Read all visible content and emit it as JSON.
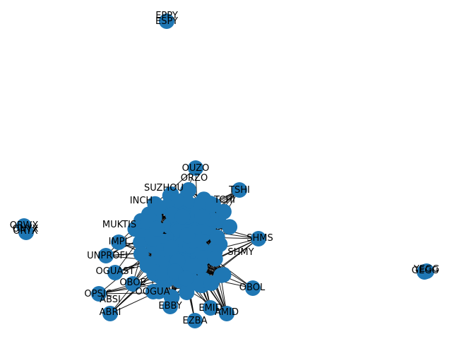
{
  "colors": {
    "node_fill": "#1f77b4",
    "edge": "#000000",
    "label": "#000000",
    "background": "#ffffff"
  },
  "graph": {
    "labels": [
      {
        "text": "EPPY"
      },
      {
        "text": "ESPY"
      },
      {
        "text": "OUZO"
      },
      {
        "text": "ORZO"
      },
      {
        "text": "SUZHOU"
      },
      {
        "text": "TSHI"
      },
      {
        "text": "TCHI"
      },
      {
        "text": "INCH"
      },
      {
        "text": "SHMY"
      },
      {
        "text": "SHMS"
      },
      {
        "text": "OBOL"
      },
      {
        "text": "ORWX"
      },
      {
        "text": "ONYX"
      },
      {
        "text": "ORYX"
      },
      {
        "text": "MUKTIS"
      },
      {
        "text": "IMPI"
      },
      {
        "text": "UNPROFI"
      },
      {
        "text": "OGUAST"
      },
      {
        "text": "OBOE"
      },
      {
        "text": "OPSIC"
      },
      {
        "text": "ABSI"
      },
      {
        "text": "ABRI"
      },
      {
        "text": "OOGUA"
      },
      {
        "text": "EBBY"
      },
      {
        "text": "EZBA"
      },
      {
        "text": "EMID"
      },
      {
        "text": "AMID"
      },
      {
        "text": "YEGG"
      },
      {
        "text": "GEGG"
      }
    ]
  }
}
